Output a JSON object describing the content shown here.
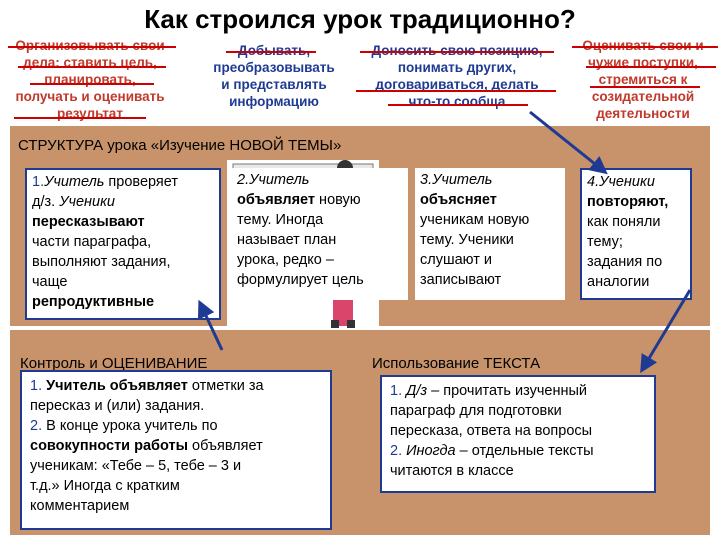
{
  "title": "Как строился урок традиционно?",
  "goals": [
    {
      "lines": [
        "Организовывать свои",
        "дела: ставить цель,",
        "планировать,",
        "получать и оценивать",
        "результат"
      ],
      "color": "#c0392b"
    },
    {
      "lines": [
        "Добывать,",
        "преобразовывать",
        "и представлять",
        "информацию"
      ],
      "color": "#1f3a93"
    },
    {
      "lines": [
        "Доносить свою позицию,",
        "понимать других,",
        "договариваться, делать",
        "что-то сообща"
      ],
      "color": "#1f3a93"
    },
    {
      "lines": [
        "Оценивать свои и",
        "чужие поступки,",
        "стремиться к",
        "созидательной",
        "деятельности"
      ],
      "color": "#c0392b"
    }
  ],
  "structure_title": "СТРУКТУРА урока «Изучение НОВОЙ ТЕМЫ»",
  "card1": {
    "num": "1.",
    "l1a": "Учитель",
    "l1b": " проверяет",
    "l2a": "д/з.",
    "l2b": " Ученики",
    "l3": "пересказывают",
    "l4": "части параграфа,",
    "l5": "выполняют задания,",
    "l6": "чаще",
    "l7": "репродуктивные"
  },
  "card2": {
    "l1": "2.Учитель",
    "l2a": "объявляет",
    "l2b": " новую",
    "l3": "тему. Иногда",
    "l4": "называет план",
    "l5": "урока, редко –",
    "l6": "формулирует цель"
  },
  "card3": {
    "l1": "3.Учитель",
    "l2": "объясняет",
    "l3": "ученикам новую",
    "l4": "тему. Ученики",
    "l5": "слушают и",
    "l6": "записывают"
  },
  "card4": {
    "l1": "4.Ученики",
    "l2": "повторяют,",
    "l3": "как поняли",
    "l4": "тему;",
    "l5": "задания по",
    "l6": "аналогии"
  },
  "control": {
    "title": "Контроль и ОЦЕНИВАНИЕ",
    "n1": "1.",
    "p1a": " Учитель объявляет",
    "p1b": " отметки за",
    "p2": "пересказ и (или) задания.",
    "n2": "2.",
    "p3": " В конце урока учитель по",
    "p4a": "совокупности работы",
    "p4b": " объявляет",
    "p5": "ученикам: «Тебе – 5, тебе – 3 и",
    "p6": "т.д.» Иногда с кратким",
    "p7": "комментарием"
  },
  "text_use": {
    "title": "Использование ТЕКСТА",
    "n1": "1.",
    "p1a": " Д/з",
    "p1b": " – прочитать изученный",
    "p2": "параграф для подготовки",
    "p3": "пересказа, ответа на вопросы",
    "n2": "2.",
    "p4a": " Иногда",
    "p4b": " – отдельные тексты",
    "p5": "читаются в классе"
  },
  "colors": {
    "panel": "#c8936a",
    "border": "#1f3a93",
    "strike": "#cc0000",
    "goal_red": "#c0392b",
    "goal_blue": "#1f3a93"
  }
}
